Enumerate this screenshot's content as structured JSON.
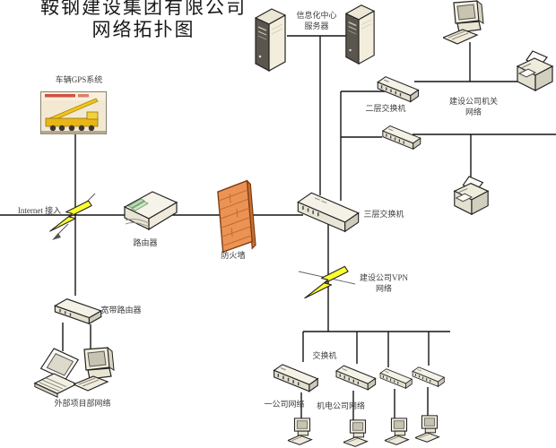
{
  "title": {
    "line1": "鞍钢建设集团有限公司",
    "line2": "网络拓扑图"
  },
  "labels": {
    "info_center_servers": "信息化中心\n服务器",
    "vehicle_gps": "车辆GPS系统",
    "internet_access": "Internet 接入",
    "router": "路由器",
    "firewall": "防火墙",
    "layer3_switch": "三层交换机",
    "layer2_switch": "二层交换机",
    "hq_network": "建设公司机关\n网络",
    "vpn_network": "建设公司VPN\n网络",
    "broadband_router": "宽带路由器",
    "external_project_network": "外部项目部网络",
    "switch": "交换机",
    "company1_network": "一公司网络",
    "mech_company_network": "机电公司网络"
  },
  "colors": {
    "background": "#ffffff",
    "line": "#141414",
    "bolt_fill": "#ffff2e",
    "firewall_fill": "#eb9355",
    "router_accent": "#b9d8b4"
  }
}
